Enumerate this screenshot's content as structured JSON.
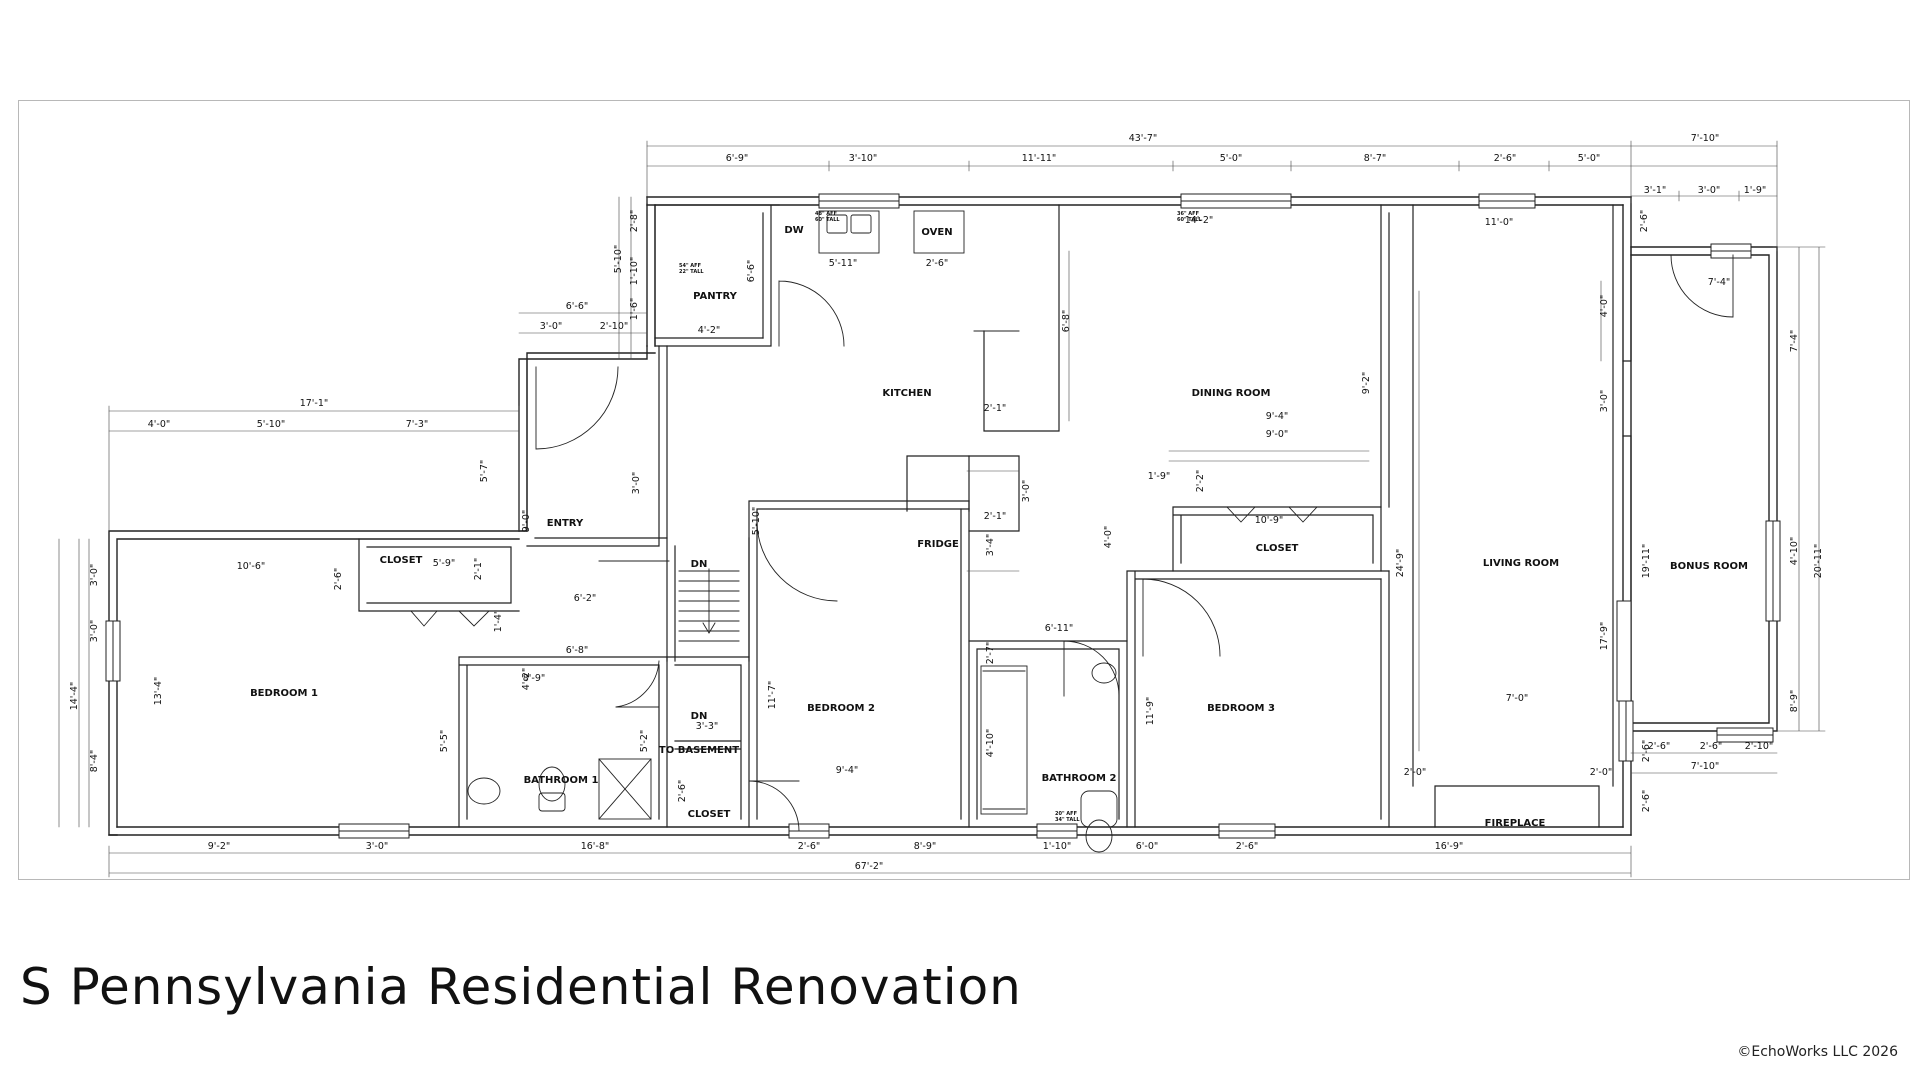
{
  "title": "S Pennsylvania Residential Renovation",
  "copyright": "©EchoWorks LLC 2026",
  "rooms": {
    "bedroom1": "BEDROOM 1",
    "closet1": "CLOSET",
    "entry": "ENTRY",
    "pantry": "PANTRY",
    "kitchen": "KITCHEN",
    "dining": "DINING ROOM",
    "living": "LIVING ROOM",
    "bonus": "BONUS ROOM",
    "fridge": "FRIDGE",
    "oven": "OVEN",
    "dw": "DW",
    "bedroom2": "BEDROOM 2",
    "bedroom3": "BEDROOM 3",
    "closet3": "CLOSET",
    "bathroom1": "BATHROOM 1",
    "bathroom2": "BATHROOM 2",
    "closet2": "CLOSET",
    "to_basement": "TO BASEMENT",
    "dn_upper": "DN",
    "dn_lower": "DN",
    "fireplace": "FIREPLACE"
  },
  "dimensions": {
    "overall_top": "43'-7\"",
    "bonus_top": "7'-10\"",
    "top_6_9": "6'-9\"",
    "top_3_10": "3'-10\"",
    "top_11_11": "11'-11\"",
    "top_5_0a": "5'-0\"",
    "top_8_7": "8'-7\"",
    "top_2_6": "2'-6\"",
    "top_5_0b": "5'-0\"",
    "bonus_3_1": "3'-1\"",
    "bonus_3_0": "3'-0\"",
    "bonus_1_9": "1'-9\"",
    "entry_6_6": "6'-6\"",
    "entry_3_0": "3'-0\"",
    "entry_2_10": "2'-10\"",
    "bed1_17_1": "17'-1\"",
    "bed1_4_0": "4'-0\"",
    "bed1_5_10": "5'-10\"",
    "bed1_7_3": "7'-3\"",
    "bed1_10_6": "10'-6\"",
    "bed1_13_4": "13'-4\"",
    "left_3_0a": "3'-0\"",
    "left_3_0b": "3'-0\"",
    "left_14_4": "14'-4\"",
    "left_8_4": "8'-4\"",
    "closet1_5_9": "5'-9\"",
    "closet1_2_6": "2'-6\"",
    "closet1_2_1": "2'-1\"",
    "closet1_1_4": "1'-4\"",
    "entry_5_7": "5'-7\"",
    "entry_9_0": "9'-0\"",
    "entry_3_0v": "3'-0\"",
    "entry_6_2": "6'-2\"",
    "entry_6_8": "6'-8\"",
    "entry_4_2": "4'-2\"",
    "pantry_2_8": "2'-8\"",
    "pantry_5_10": "5'-10\"",
    "pantry_1_10": "1'-10\"",
    "pantry_1_6": "1'-6\"",
    "pantry_6_6": "6'-6\"",
    "pantry_4_2": "4'-2\"",
    "kitchen_5_11": "5'-11\"",
    "kitchen_2_6": "2'-6\"",
    "kitchen_6_8": "6'-8\"",
    "kitchen_5_10": "5'-10\"",
    "dining_14_2": "14'-2\"",
    "dining_9_2": "9'-2\"",
    "living_11_0": "11'-0\"",
    "living_24_9": "24'-9\"",
    "living_4_0": "4'-0\"",
    "living_3_0": "3'-0\"",
    "living_17_9": "17'-9\"",
    "living_2_6": "2'-6\"",
    "bonus_7_4": "7'-4\"",
    "bonus_19_11": "19'-11\"",
    "bonus_4_10": "4'-10\"",
    "bonus_8_9": "8'-9\"",
    "bonus_20_11": "20'-11\"",
    "bonus_7_4v": "7'-4\"",
    "bonus_2_6": "2'-6\"",
    "fridge_2_1a": "2'-1\"",
    "fridge_3_0": "3'-0\"",
    "fridge_2_1b": "2'-1\"",
    "fridge_3_4": "3'-4\"",
    "closet3_9_4": "9'-4\"",
    "closet3_9_0": "9'-0\"",
    "closet3_1_9": "1'-9\"",
    "closet3_2_2": "2'-2\"",
    "bed3_10_9": "10'-9\"",
    "bed3_4_0": "4'-0\"",
    "bed3_11_9": "11'-9\"",
    "bath2_6_11": "6'-11\"",
    "bath2_2_7": "2'-7\"",
    "bath2_4_10": "4'-10\"",
    "bed2_11_7": "11'-7\"",
    "bed2_9_4": "9'-4\"",
    "bath1_8_9": "8'-9\"",
    "bath1_5_5": "5'-5\"",
    "bath1_5_2": "5'-2\"",
    "closet2_3_3": "3'-3\"",
    "closet2_2_6": "2'-6\"",
    "fire_7_0": "7'-0\"",
    "fire_2_0a": "2'-0\"",
    "fire_2_0b": "2'-0\"",
    "bot_9_2": "9'-2\"",
    "bot_3_0": "3'-0\"",
    "bot_16_8": "16'-8\"",
    "bot_2_6a": "2'-6\"",
    "bot_8_9": "8'-9\"",
    "bot_1_10": "1'-10\"",
    "bot_6_0": "6'-0\"",
    "bot_2_6b": "2'-6\"",
    "bot_16_9": "16'-9\"",
    "overall_bottom": "67'-2\"",
    "bonus_bot_2_6a": "2'-6\"",
    "bonus_bot_2_6b": "2'-6\"",
    "bonus_bot_2_10": "2'-10\"",
    "bonus_bot_7_10": "7'-10\"",
    "bonus_bot_2_6c": "2'-6\"",
    "bonus_2_6v": "2'-6\""
  },
  "window_notes": {
    "w_affa": "48\" AFF",
    "w_tall": "60\" TALL",
    "w_aff36": "36\" AFF",
    "w_aff20": "20\" AFF",
    "w_tall34": "34\" TALL",
    "w_aff54": "54\" AFF",
    "w_tall22": "22\" TALL"
  }
}
